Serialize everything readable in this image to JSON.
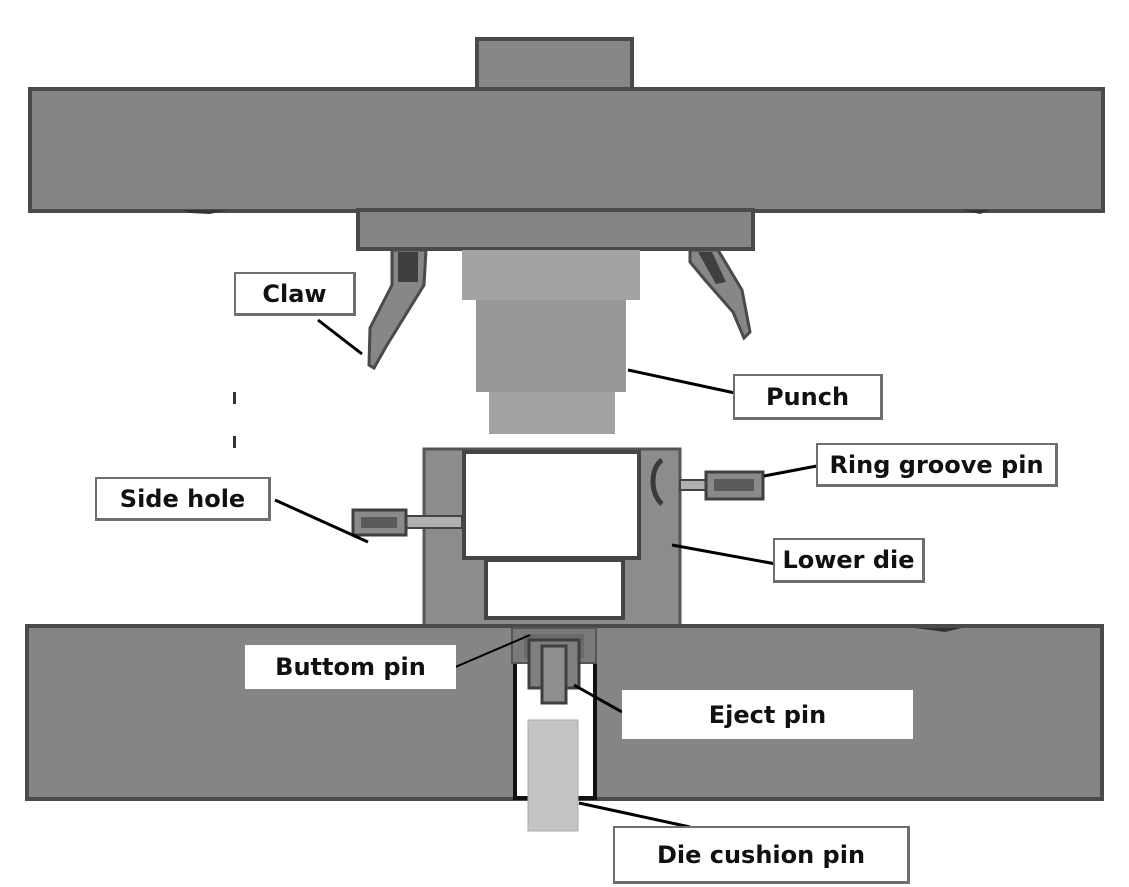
{
  "labels": {
    "claw": "Claw",
    "punch": "Punch",
    "ring_groove_pin": "Ring groove pin",
    "side_hole": "Side hole",
    "lower_die": "Lower die",
    "buttom_pin": "Buttom pin",
    "eject_pin": "Eject pin",
    "die_cushion_pin": "Die cushion pin"
  },
  "colors": {
    "plate_fill": "#858585",
    "plate_stroke": "#4a4a4a",
    "punch_light": "#a3a3a3",
    "punch_dark": "#979797",
    "die_fill": "#8c8c8c",
    "pin_fill": "#c4c4c4",
    "leader": "#000000"
  }
}
